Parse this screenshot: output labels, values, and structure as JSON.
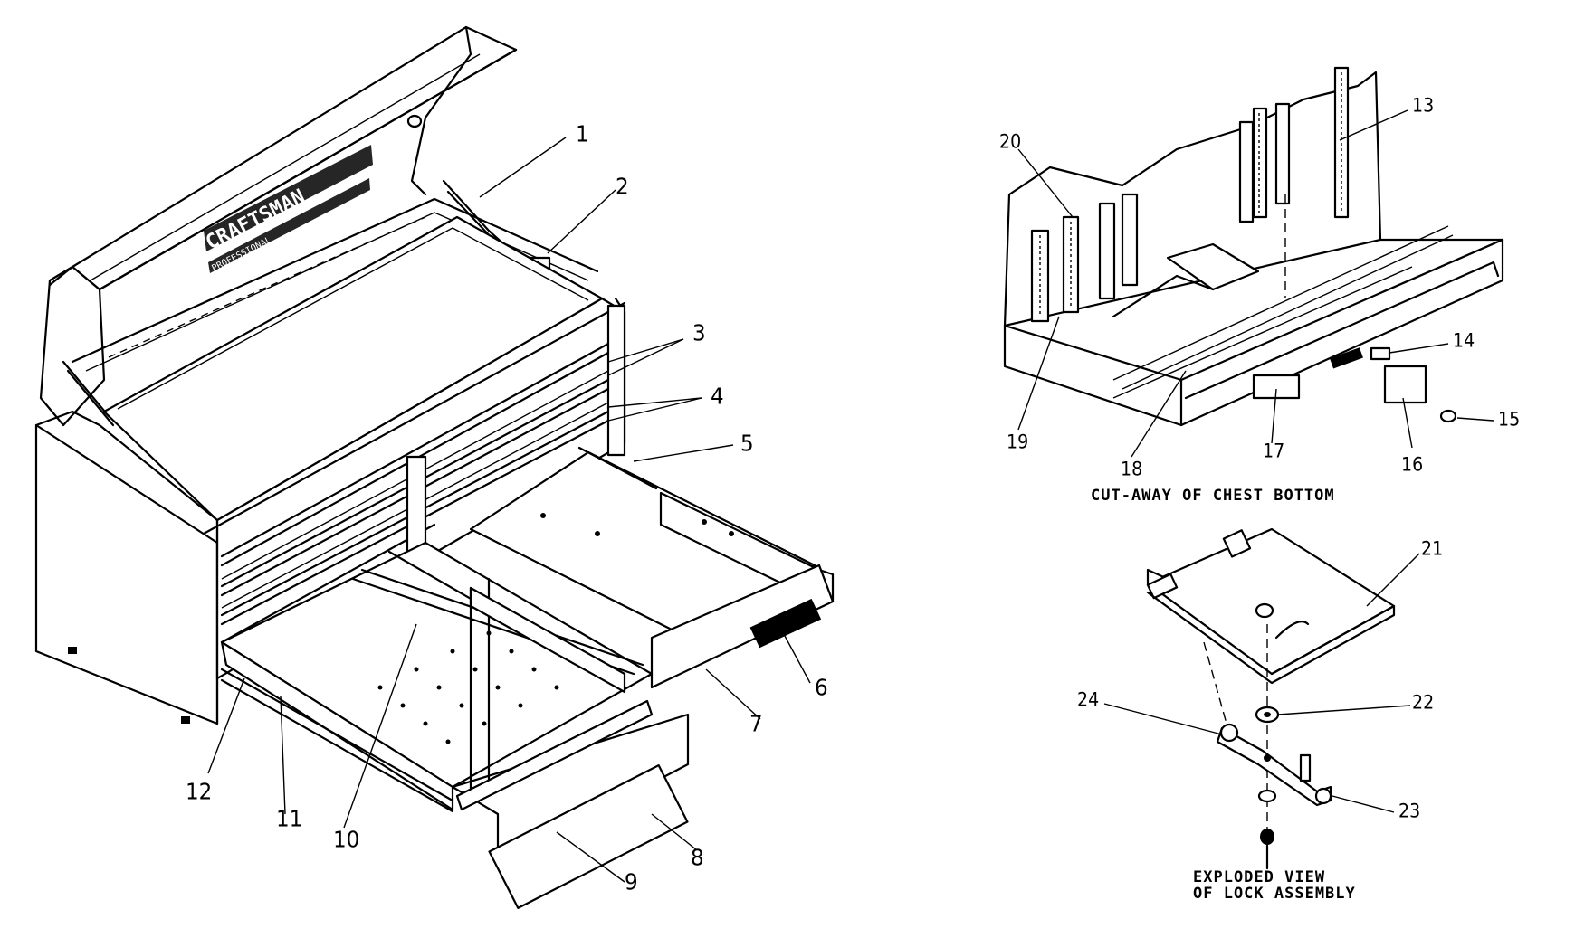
{
  "brand": {
    "name": "CRAFTSMAN",
    "subtitle": "PROFESSIONAL"
  },
  "captions": {
    "chest_bottom": "CUT-AWAY OF CHEST BOTTOM",
    "lock_line1": "EXPLODED VIEW",
    "lock_line2": "OF LOCK ASSEMBLY"
  },
  "callouts": {
    "c1": "1",
    "c2": "2",
    "c3": "3",
    "c4": "4",
    "c5": "5",
    "c6": "6",
    "c7": "7",
    "c8": "8",
    "c9": "9",
    "c10": "10",
    "c11": "11",
    "c12": "12",
    "c13": "13",
    "c14": "14",
    "c15": "15",
    "c16": "16",
    "c17": "17",
    "c18": "18",
    "c19": "19",
    "c20": "20",
    "c21": "21",
    "c22": "22",
    "c23": "23",
    "c24": "24"
  }
}
